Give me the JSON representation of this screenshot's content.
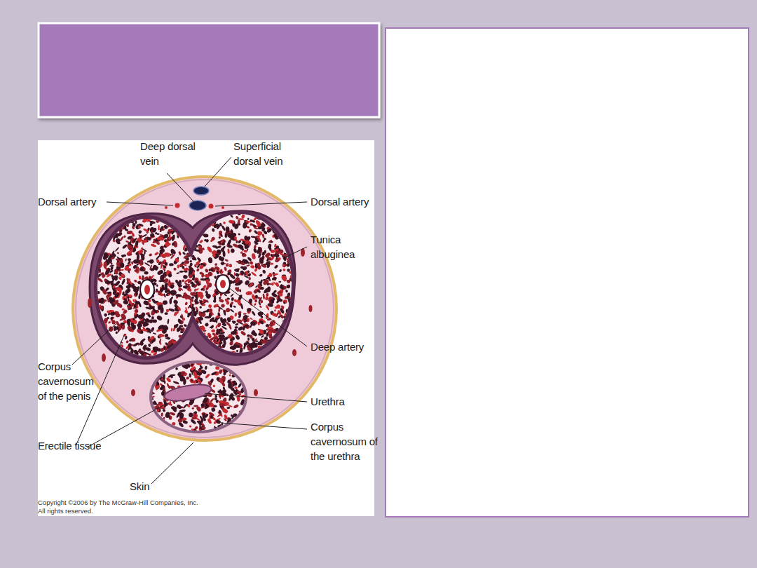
{
  "diagram": {
    "labels": [
      "Deep dorsal vein",
      "Superficial dorsal vein",
      "Dorsal artery",
      "Dorsal artery",
      "Tunica albuginea",
      "Deep artery",
      "Corpus cavernosum of the penis",
      "Urethra",
      "Corpus cavernosum of the urethra",
      "Erectile tissue",
      "Skin",
      "Copyright ©2006 by The McGraw-Hill Companies, Inc. All rights reserved."
    ]
  }
}
